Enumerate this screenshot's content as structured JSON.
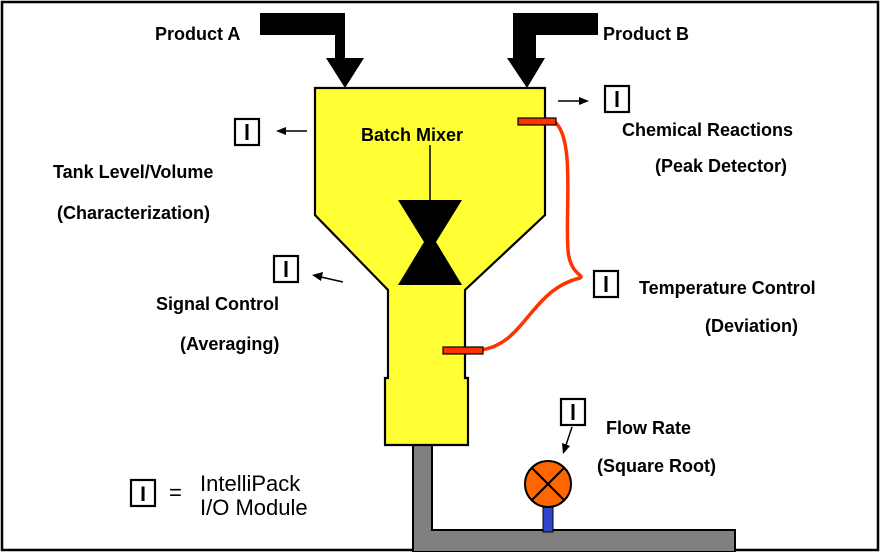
{
  "labels": {
    "product_a": "Product A",
    "product_b": "Product B",
    "batch_mixer": "Batch Mixer",
    "chemical_reactions": "Chemical Reactions",
    "peak_detector": "(Peak Detector)",
    "tank_level": "Tank Level/Volume",
    "characterization": "(Characterization)",
    "signal_control": "Signal Control",
    "averaging": "(Averaging)",
    "temperature_control": "Temperature Control",
    "deviation": "(Deviation)",
    "flow_rate": "Flow Rate",
    "square_root": "(Square Root)"
  },
  "legend": {
    "symbol": "I",
    "equals": "=",
    "line1": "IntelliPack",
    "line2": "I/O Module"
  },
  "colors": {
    "tank": "#ffff33",
    "pipe": "#808080",
    "probe": "#ff3300",
    "valve": "#ff6600",
    "valve_stem": "#3344cc"
  }
}
